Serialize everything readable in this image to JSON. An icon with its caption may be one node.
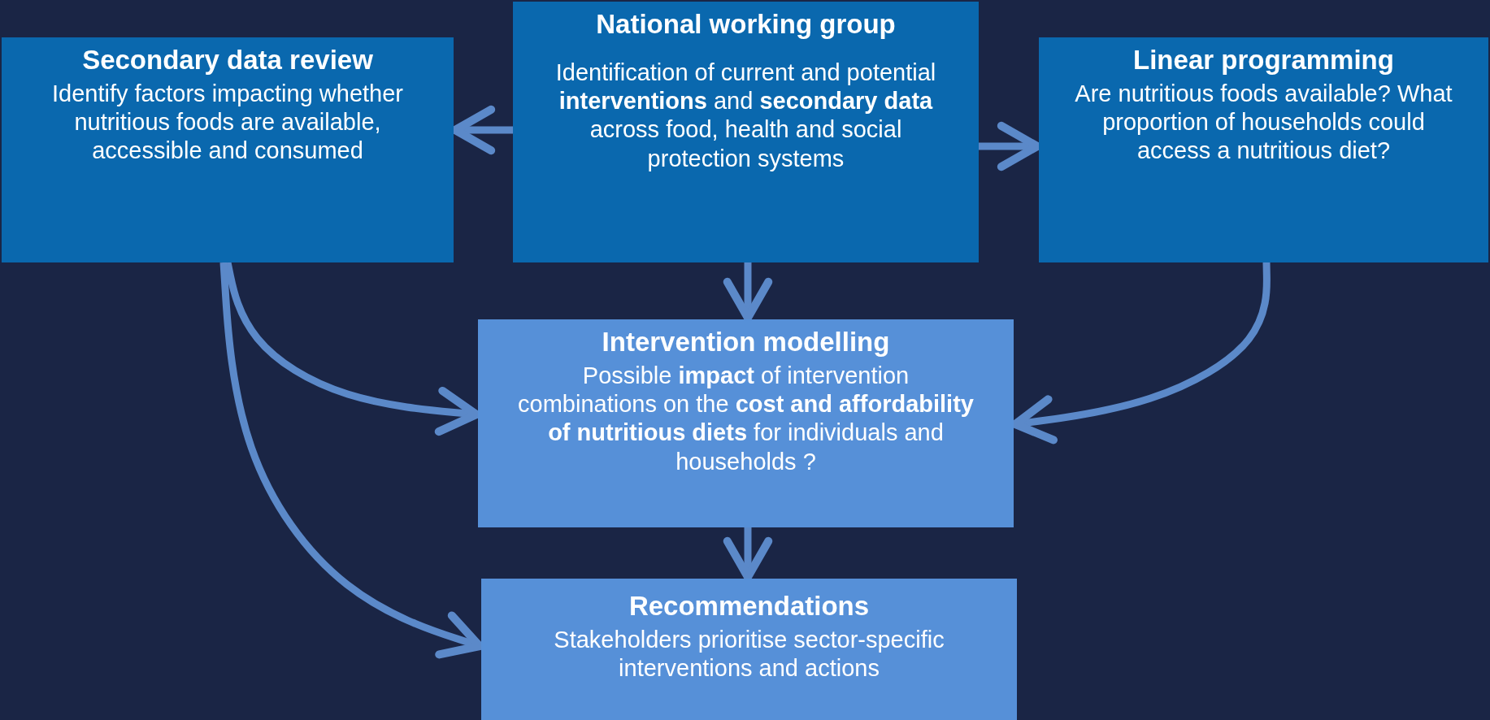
{
  "diagram": {
    "nodes": [
      {
        "text": [
          "Secondary data review",
          "Identify factors impacting whether nutritious foods are available, accessible and consumed"
        ]
      },
      {
        "text": [
          "National working group",
          "Identification of current and potential **interventions** and **secondary data** across food, health and social protection systems"
        ]
      },
      {
        "text": [
          "Linear programming",
          "Are nutritious foods available? What proportion of households could access a nutritious diet?"
        ]
      },
      {
        "text": [
          "Intervention modelling",
          "Possible **impact** of intervention combinations on the **cost and affordability of nutritious diets** for individuals and households ?"
        ]
      },
      {
        "text": [
          "Recommendations",
          "Stakeholders prioritise sector-specific interventions and actions"
        ]
      }
    ],
    "edges": [
      {
        "from": 1,
        "to": 0,
        "arrow": "to"
      },
      {
        "from": 1,
        "to": 2,
        "arrow": "to"
      },
      {
        "from": 1,
        "to": 3,
        "arrow": "to"
      },
      {
        "from": 0,
        "to": 3,
        "arrow": "to"
      },
      {
        "from": 2,
        "to": 3,
        "arrow": "to"
      },
      {
        "from": 3,
        "to": 4,
        "arrow": "to"
      },
      {
        "from": 0,
        "to": 4,
        "arrow": "to"
      }
    ]
  }
}
